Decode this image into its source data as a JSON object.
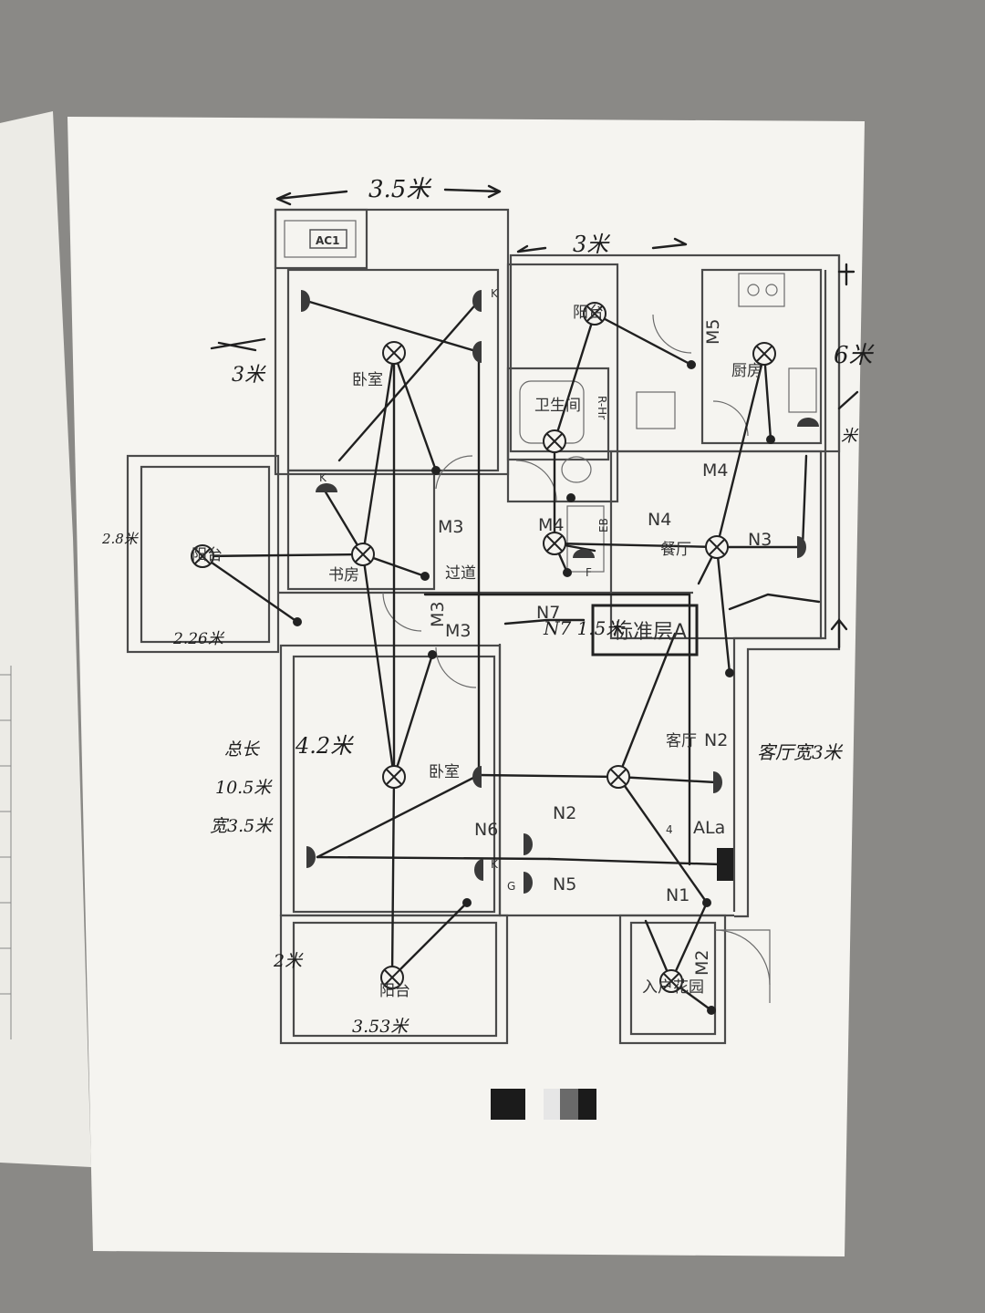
{
  "plan": {
    "title": "标准层A",
    "rooms": {
      "bedroom_top": "卧室",
      "bedroom_bottom": "卧室",
      "study": "书房",
      "balcony_left": "阳台",
      "balcony_bottom": "阳台",
      "balcony_top": "阳台",
      "bathroom": "卫生间",
      "kitchen": "厨房",
      "corridor": "过道",
      "dining": "餐厅",
      "living": "客厅",
      "entrance": "入户花园"
    },
    "doors": {
      "m3_a": "M3",
      "m3_b": "M3",
      "m3_c": "M3",
      "m4_a": "M4",
      "m4_b": "M4",
      "m5": "M5",
      "m2": "M2"
    },
    "circuits": {
      "n1": "N1",
      "n2_a": "N2",
      "n2_b": "N2",
      "n3": "N3",
      "n4": "N4",
      "n5": "N5",
      "n6": "N6",
      "n7": "N7"
    },
    "panels": {
      "ac1": "AC1",
      "ala": "ALa"
    },
    "tags": {
      "k": "K",
      "g": "G",
      "f": "F",
      "eb": "EB",
      "rh": "R-Hr",
      "four": "4"
    }
  },
  "annotations": {
    "top_width": "3.5米",
    "mid_width": "3米",
    "right_height_a": "6米",
    "right_height_b": "米",
    "left_top": "3米",
    "left_balcony": "2.8米",
    "left_balcony_w": "2.26米",
    "bedroom_len": "4.2米",
    "total_len": "总长",
    "total_len_v": "10.5米",
    "width": "宽3.5米",
    "bottom_balcony_h": "2米",
    "bottom_balcony_w": "3.53米",
    "living_width": "客厅宽3米",
    "corridor_dim": "N7 1.5米"
  },
  "colors": {
    "wall": "#4a4a4a",
    "ink": "#1d1d1d",
    "paper": "#f5f4f0",
    "floor": "#8a8986"
  }
}
